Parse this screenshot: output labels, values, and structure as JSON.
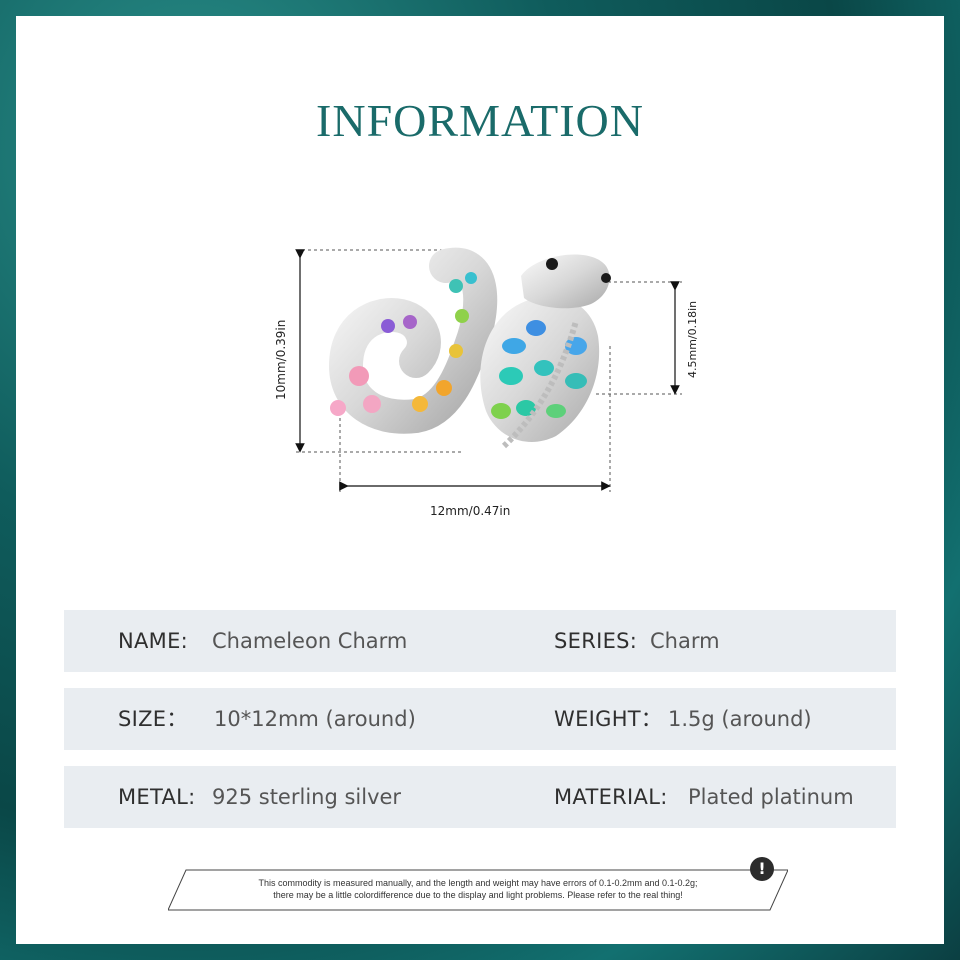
{
  "header": {
    "title": "INFORMATION"
  },
  "dimensions": {
    "height_label": "10mm/0.39in",
    "head_height_label": "4.5mm/0.18in",
    "width_label": "12mm/0.47in"
  },
  "specs": [
    {
      "left_key": "NAME:",
      "left_val": "Chameleon Charm",
      "right_key": "SERIES:",
      "right_val": "Charm"
    },
    {
      "left_key": "SIZE：",
      "left_val": "10*12mm (around)",
      "right_key": "WEIGHT：",
      "right_val": "1.5g (around)"
    },
    {
      "left_key": "METAL:",
      "left_val": "925 sterling silver",
      "right_key": "MATERIAL:",
      "right_val": "Plated platinum"
    }
  ],
  "notice": {
    "line1": "This commodity is measured manually, and the length and weight may have errors of 0.1-0.2mm and 0.1-0.2g;",
    "line2": "there may be a little colordifference due to the display and light problems. Please refer to the real thing!",
    "icon": "warning-icon"
  },
  "colors": {
    "accent": "#1a6b6a",
    "row_bg": "#e9edf1",
    "frame": "#0f5c5c"
  }
}
